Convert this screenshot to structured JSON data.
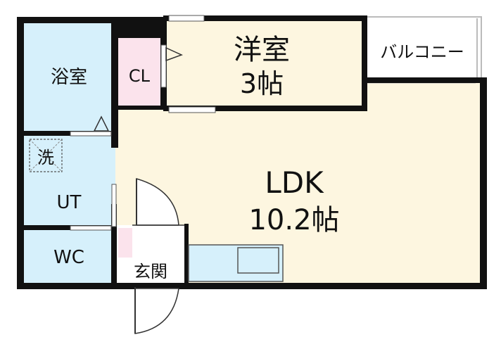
{
  "rooms": {
    "bath": {
      "name": "浴室"
    },
    "closet": {
      "name": "CL"
    },
    "western": {
      "name": "洋室",
      "size": "3帖"
    },
    "balcony": {
      "name": "バルコニー"
    },
    "washer": {
      "name": "洗"
    },
    "utility": {
      "name": "UT"
    },
    "ldk": {
      "name": "LDK",
      "size": "10.2帖"
    },
    "toilet": {
      "name": "WC"
    },
    "entrance": {
      "name": "玄関"
    }
  },
  "colors": {
    "wall": "#111111",
    "wet_area": "#d6f0fb",
    "living_area": "#fdf6e0",
    "closet": "#fbe3ec",
    "balcony": "#ffffff"
  }
}
